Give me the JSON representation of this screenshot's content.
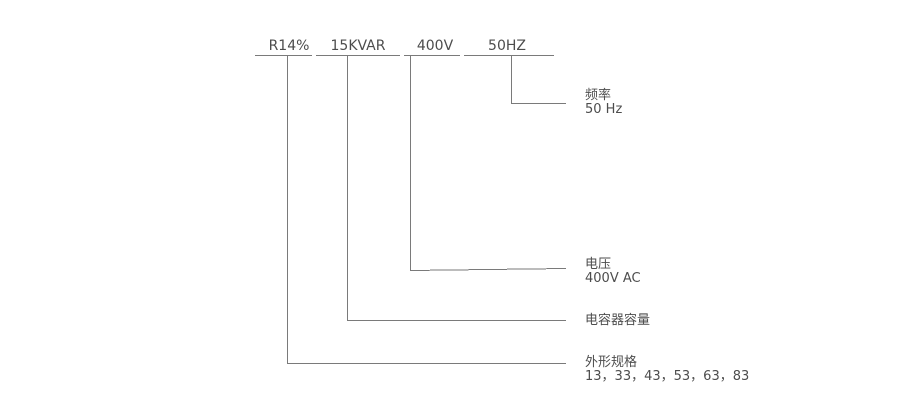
{
  "model_code": {
    "segments": [
      {
        "code": "R14%"
      },
      {
        "code": "15KVAR"
      },
      {
        "code": "400V"
      },
      {
        "code": "50HZ"
      }
    ]
  },
  "descriptions": [
    {
      "title": "频率",
      "detail": "50 Hz"
    },
    {
      "title": "电压",
      "detail": "400V AC"
    },
    {
      "title": "电容器容量",
      "detail": ""
    },
    {
      "title": "外形规格",
      "detail": "13，33，43，53，63，83"
    }
  ]
}
